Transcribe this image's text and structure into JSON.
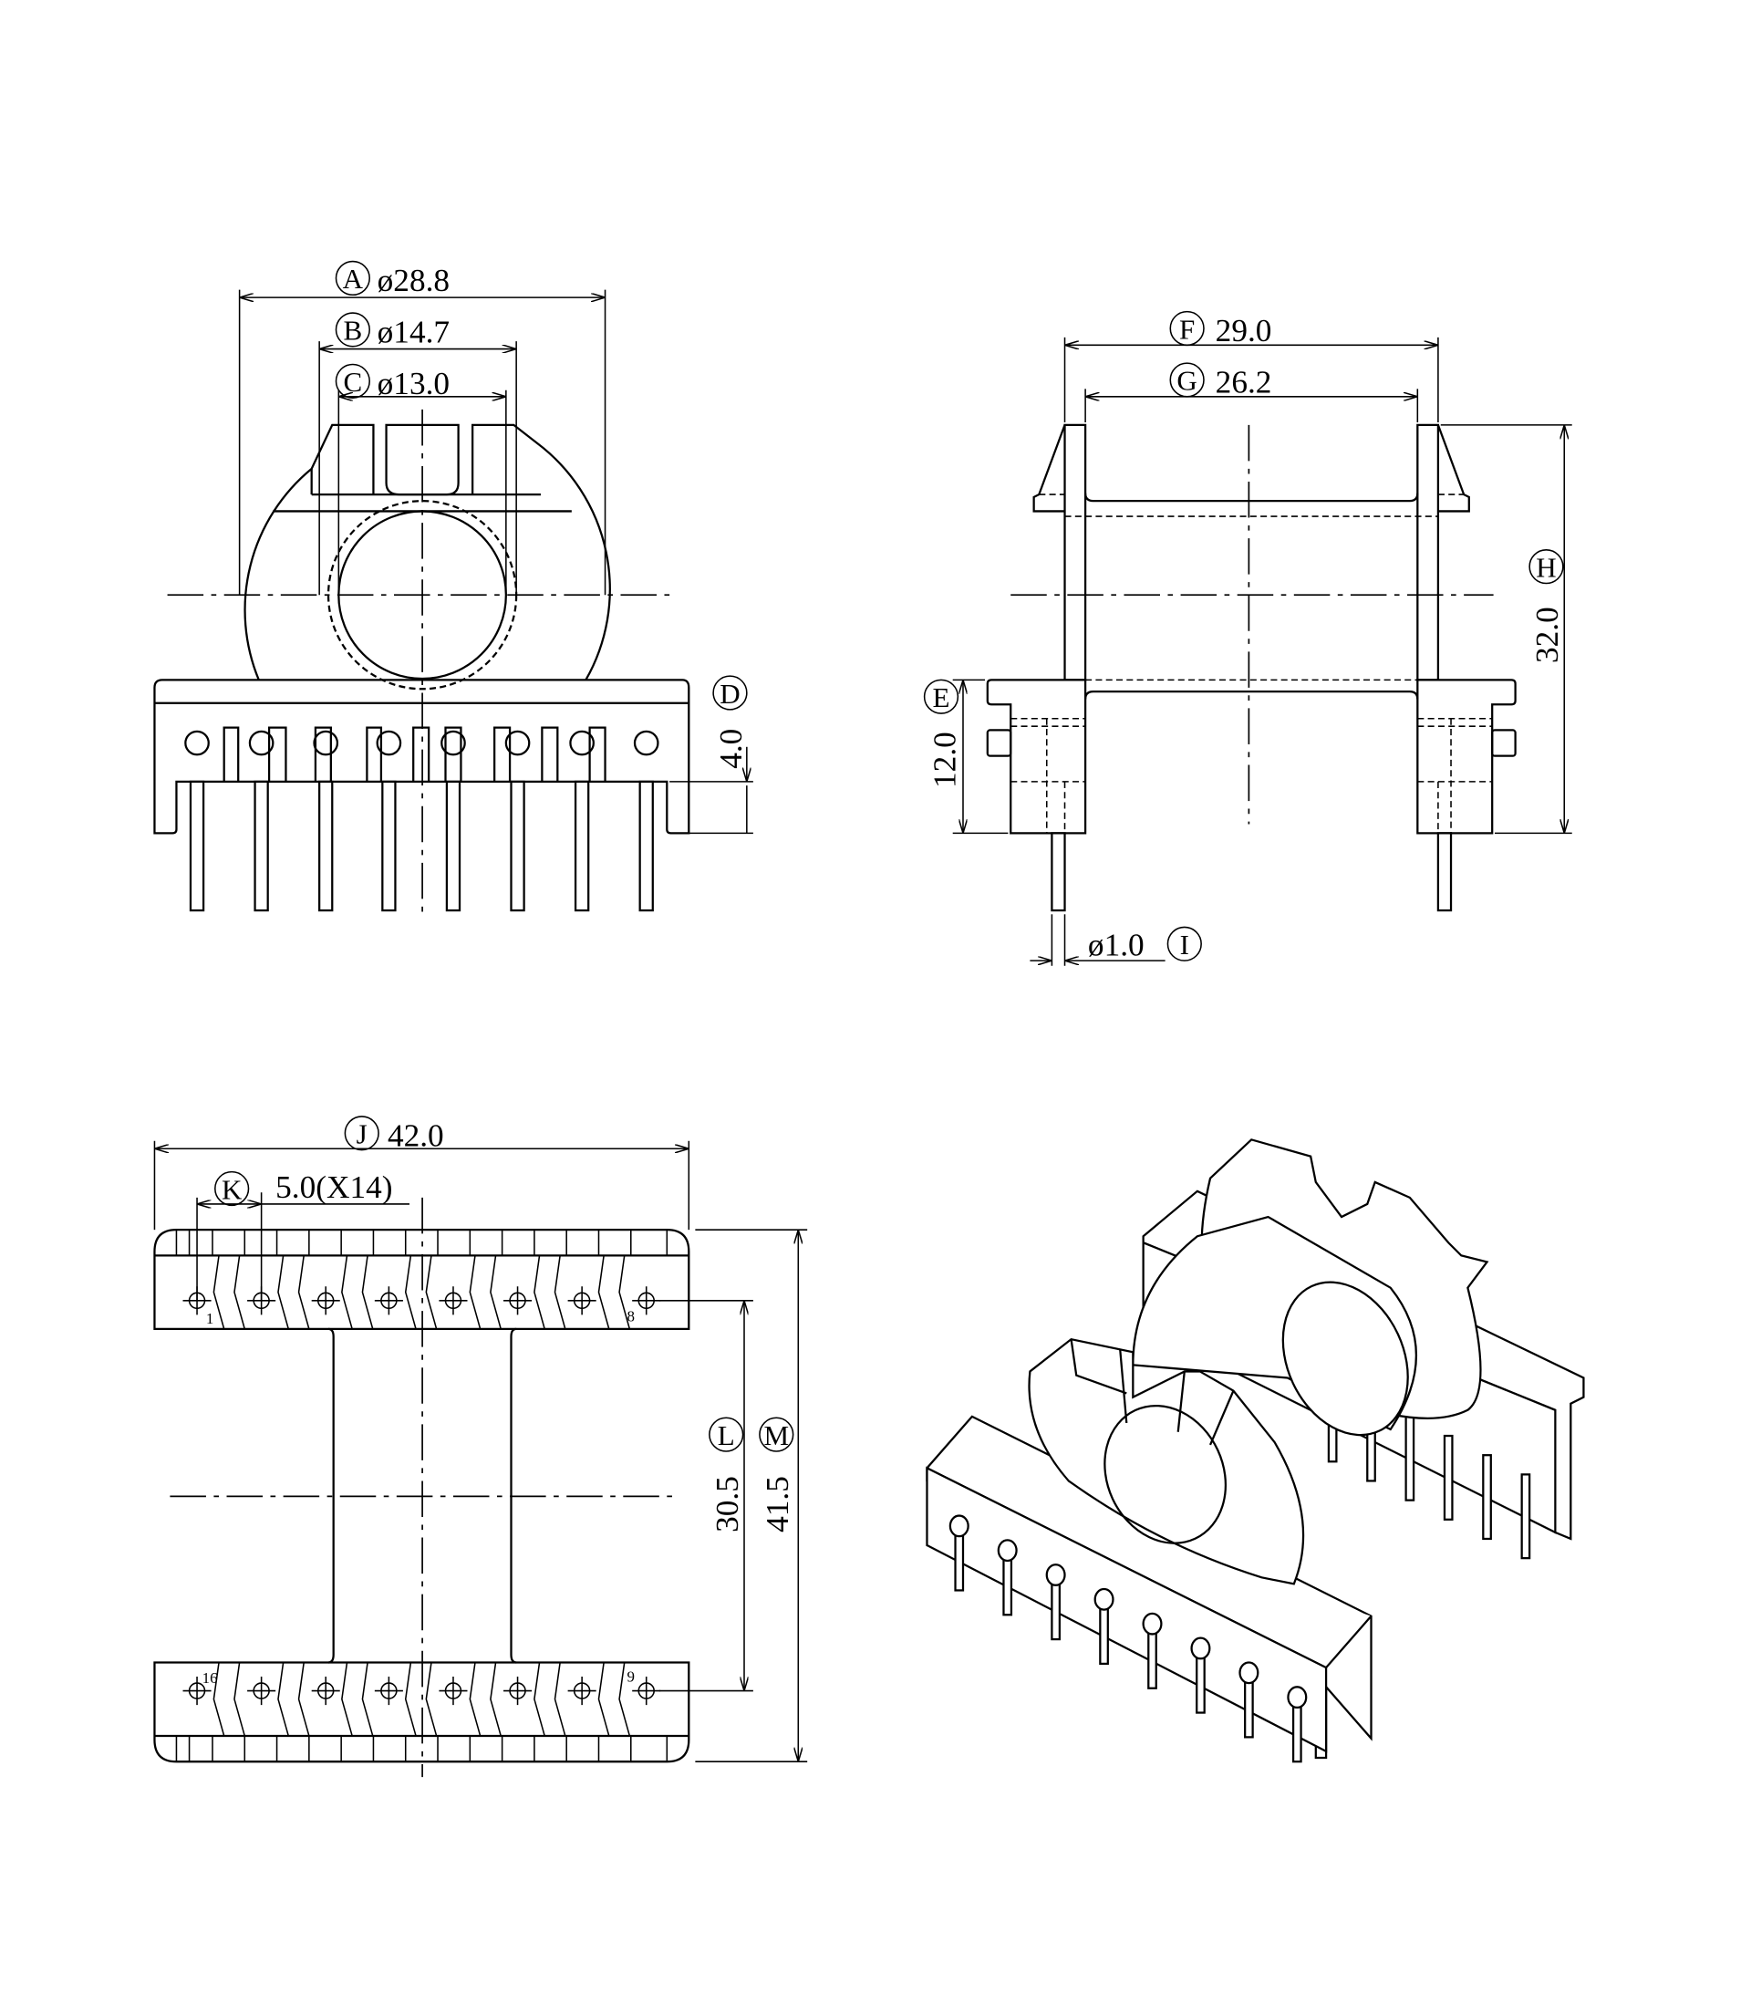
{
  "colors": {
    "line": "#000000",
    "background": "#ffffff"
  },
  "dimensions": {
    "A": {
      "letter": "A",
      "value": "ø28.8"
    },
    "B": {
      "letter": "B",
      "value": "ø14.7"
    },
    "C": {
      "letter": "C",
      "value": "ø13.0"
    },
    "D": {
      "letter": "D",
      "value": "4.0"
    },
    "E": {
      "letter": "E",
      "value": "12.0"
    },
    "F": {
      "letter": "F",
      "value": "29.0"
    },
    "G": {
      "letter": "G",
      "value": "26.2"
    },
    "H": {
      "letter": "H",
      "value": "32.0"
    },
    "I": {
      "letter": "I",
      "value": "ø1.0"
    },
    "J": {
      "letter": "J",
      "value": "42.0"
    },
    "K": {
      "letter": "K",
      "value": "5.0(X14)"
    },
    "L": {
      "letter": "L",
      "value": "30.5"
    },
    "M": {
      "letter": "M",
      "value": "41.5"
    }
  },
  "pin_labels": {
    "p1": "1",
    "p8": "8",
    "p16": "16",
    "p9": "9"
  }
}
